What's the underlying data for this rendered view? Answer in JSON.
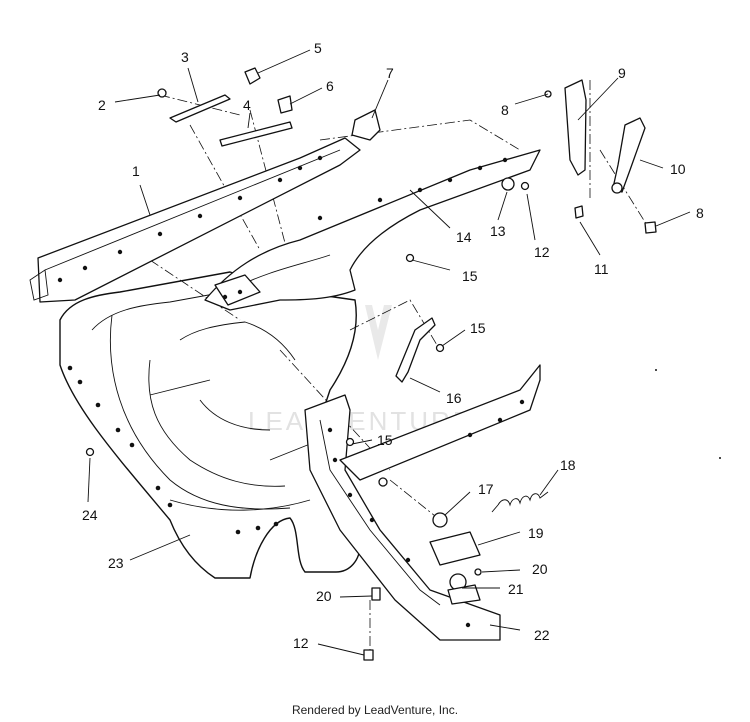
{
  "diagram": {
    "callouts": [
      {
        "id": "c1",
        "label": "1"
      },
      {
        "id": "c2",
        "label": "2"
      },
      {
        "id": "c3",
        "label": "3"
      },
      {
        "id": "c4",
        "label": "4"
      },
      {
        "id": "c5",
        "label": "5"
      },
      {
        "id": "c6",
        "label": "6"
      },
      {
        "id": "c7",
        "label": "7"
      },
      {
        "id": "c8a",
        "label": "8"
      },
      {
        "id": "c8b",
        "label": "8"
      },
      {
        "id": "c9",
        "label": "9"
      },
      {
        "id": "c10",
        "label": "10"
      },
      {
        "id": "c11",
        "label": "11"
      },
      {
        "id": "c12a",
        "label": "12"
      },
      {
        "id": "c12b",
        "label": "12"
      },
      {
        "id": "c13",
        "label": "13"
      },
      {
        "id": "c14",
        "label": "14"
      },
      {
        "id": "c15a",
        "label": "15"
      },
      {
        "id": "c15b",
        "label": "15"
      },
      {
        "id": "c15c",
        "label": "15"
      },
      {
        "id": "c16",
        "label": "16"
      },
      {
        "id": "c17",
        "label": "17"
      },
      {
        "id": "c18",
        "label": "18"
      },
      {
        "id": "c19",
        "label": "19"
      },
      {
        "id": "c20a",
        "label": "20"
      },
      {
        "id": "c20b",
        "label": "20"
      },
      {
        "id": "c21",
        "label": "21"
      },
      {
        "id": "c22",
        "label": "22"
      },
      {
        "id": "c23",
        "label": "23"
      },
      {
        "id": "c24",
        "label": "24"
      }
    ],
    "watermark": "LEADVENTURE",
    "footer": "Rendered by LeadVenture, Inc."
  }
}
